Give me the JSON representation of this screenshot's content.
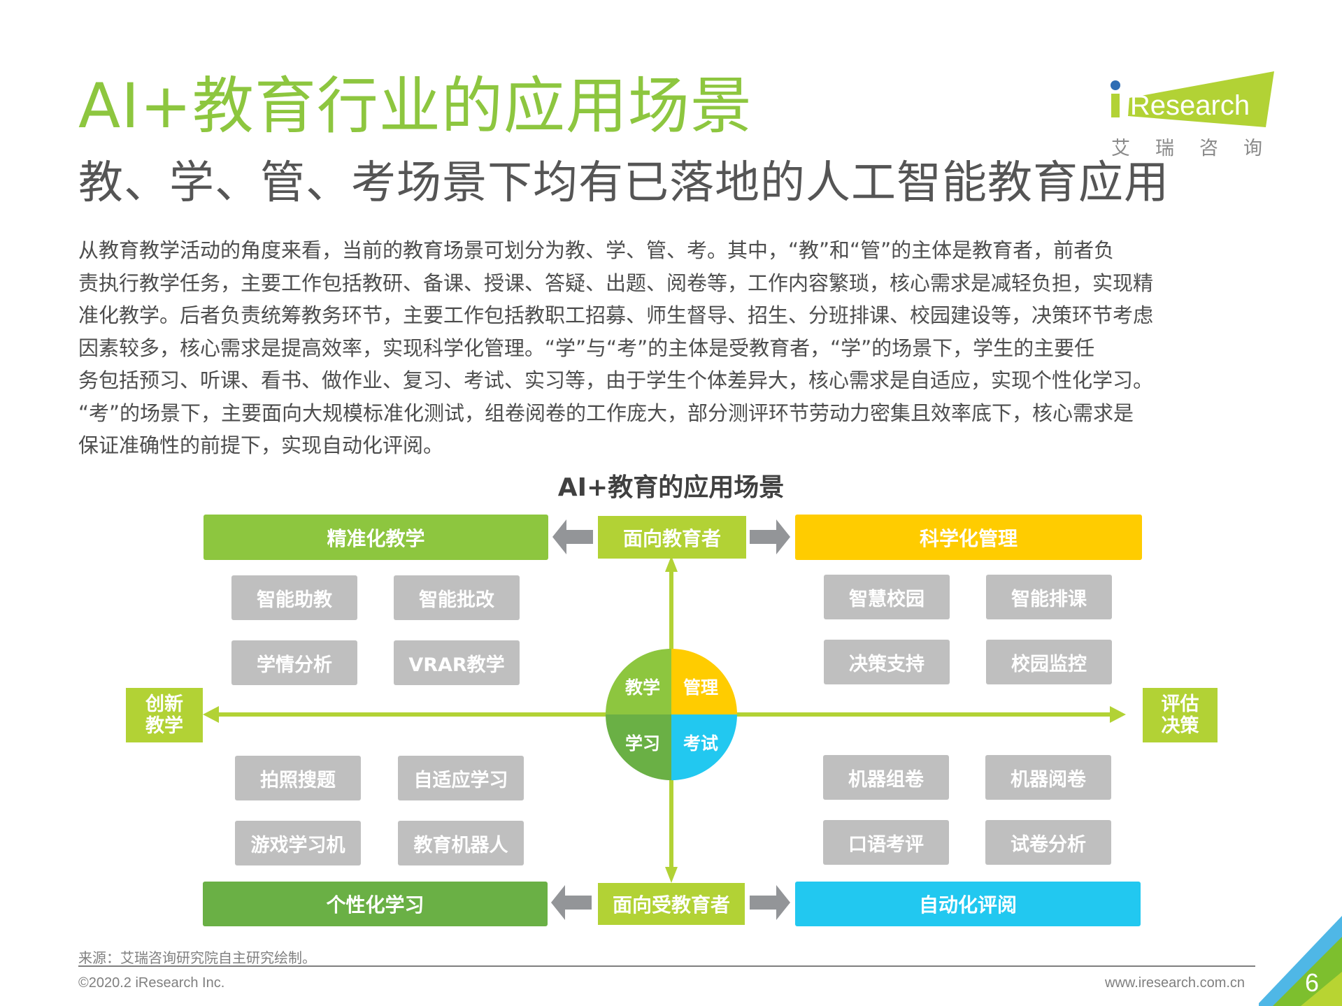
{
  "header": {
    "title": "AI+教育行业的应用场景",
    "subtitle": "教、学、管、考场景下均有已落地的人工智能教育应用"
  },
  "logo": {
    "brand": "iResearch",
    "brand_cn": "艾瑞咨询",
    "colors": {
      "green": "#B2D235",
      "blue_dot": "#2E6DB4"
    }
  },
  "body": {
    "lines": [
      "从教育教学活动的角度来看，当前的教育场景可划分为教、学、管、考。其中，“教”和“管”的主体是教育者，前者负",
      "责执行教学任务，主要工作包括教研、备课、授课、答疑、出题、阅卷等，工作内容繁琐，核心需求是减轻负担，实现精",
      "准化教学。后者负责统筹教务环节，主要工作包括教职工招募、师生督导、招生、分班排课、校园建设等，决策环节考虑",
      "因素较多，核心需求是提高效率，实现科学化管理。“学”与“考”的主体是受教育者，“学”的场景下，学生的主要任",
      "务包括预习、听课、看书、做作业、复习、考试、实习等，由于学生个体差异大，核心需求是自适应，实现个性化学习。",
      "“考”的场景下，主要面向大规模标准化测试，组卷阅卷的工作庞大，部分测评环节劳动力密集且效率底下，核心需求是",
      "保证准确性的前提下，实现自动化评阅。"
    ]
  },
  "diagram": {
    "title": "AI+教育的应用场景",
    "colors": {
      "green": "#8DC63F",
      "lime": "#B2D235",
      "dark_green": "#6AB045",
      "yellow": "#FFCC00",
      "cyan": "#22C8F0",
      "gray_box": "#BFBFBF",
      "arrow_gray": "#939598"
    },
    "top_left_header": "精准化教学",
    "top_center": "面向教育者",
    "top_right_header": "科学化管理",
    "bottom_left_header": "个性化学习",
    "bottom_center": "面向受教育者",
    "bottom_right_header": "自动化评阅",
    "left_axis": [
      "创新",
      "教学"
    ],
    "right_axis": [
      "评估",
      "决策"
    ],
    "quadrant_top_left": [
      "智能助教",
      "智能批改",
      "学情分析",
      "VRAR教学"
    ],
    "quadrant_top_right": [
      "智慧校园",
      "智能排课",
      "决策支持",
      "校园监控"
    ],
    "quadrant_bottom_left": [
      "拍照搜题",
      "自适应学习",
      "游戏学习机",
      "教育机器人"
    ],
    "quadrant_bottom_right": [
      "机器组卷",
      "机器阅卷",
      "口语考评",
      "试卷分析"
    ],
    "center": {
      "top_left": "教学",
      "top_right": "管理",
      "bottom_left": "学习",
      "bottom_right": "考试"
    }
  },
  "footer": {
    "source": "来源：艾瑞咨询研究院自主研究绘制。",
    "copyright": "©2020.2 iResearch Inc.",
    "url": "www.iresearch.com.cn",
    "page_number": "6"
  }
}
